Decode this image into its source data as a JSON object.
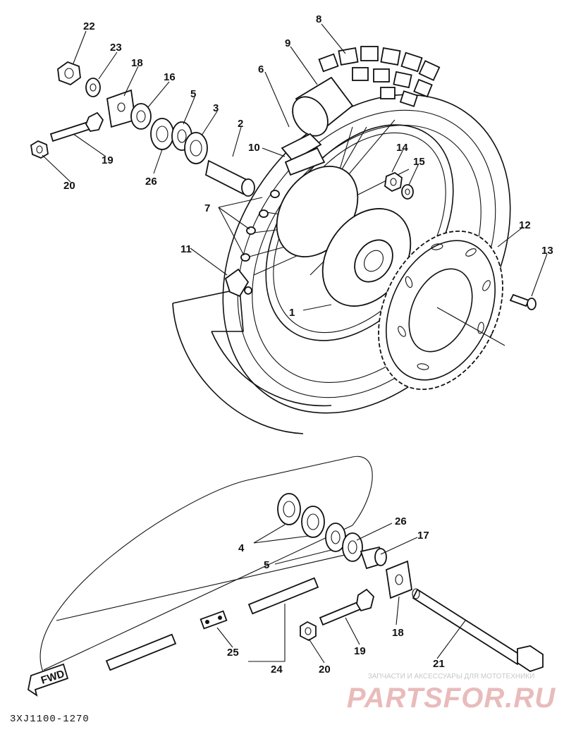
{
  "diagram_code": "3XJ1100-1270",
  "fwd_label": "FWD",
  "watermark": {
    "line": "ЗАПЧАСТИ И АКСЕССУАРЫ ДЛЯ МОТОТЕХНИКИ",
    "logo": "PARTSFOR.RU"
  },
  "callouts": {
    "n1": "1",
    "n2": "2",
    "n3": "3",
    "n4": "4",
    "n5": "5",
    "n5b": "5",
    "n6": "6",
    "n7": "7",
    "n8": "8",
    "n9": "9",
    "n10": "10",
    "n11": "11",
    "n12": "12",
    "n13": "13",
    "n14": "14",
    "n15": "15",
    "n16": "16",
    "n17": "17",
    "n18": "18",
    "n18b": "18",
    "n19": "19",
    "n19b": "19",
    "n20": "20",
    "n20b": "20",
    "n21": "21",
    "n22": "22",
    "n23": "23",
    "n24": "24",
    "n25": "25",
    "n26": "26",
    "n26b": "26"
  }
}
